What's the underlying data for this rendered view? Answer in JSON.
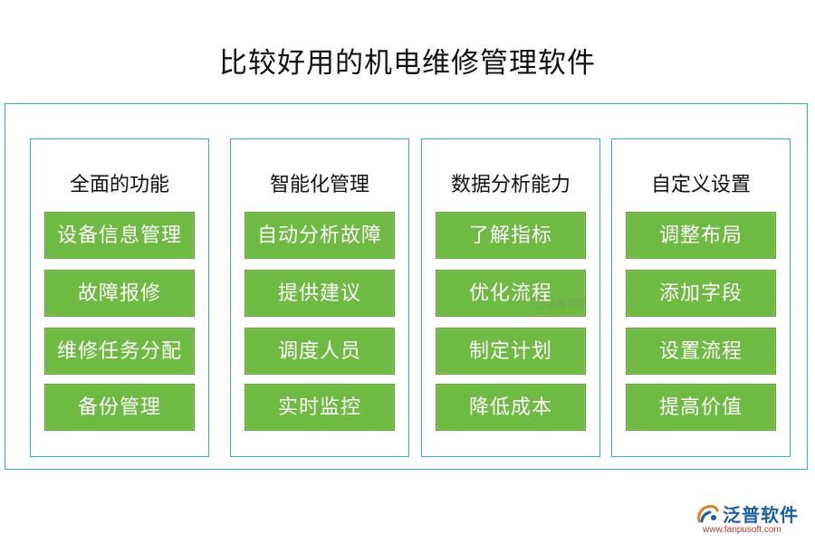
{
  "title": "比较好用的机电维修管理软件",
  "columns": [
    {
      "heading": "全面的功能",
      "items": [
        "设备信息管理",
        "故障报修",
        "维修任务分配",
        "备份管理"
      ]
    },
    {
      "heading": "智能化管理",
      "items": [
        "自动分析故障",
        "提供建议",
        "调度人员",
        "实时监控"
      ]
    },
    {
      "heading": "数据分析能力",
      "items": [
        "了解指标",
        "优化流程",
        "制定计划",
        "降低成本"
      ]
    },
    {
      "heading": "自定义设置",
      "items": [
        "调整布局",
        "添加字段",
        "设置流程",
        "提高价值"
      ]
    }
  ],
  "watermark": {
    "text": "泛普软件"
  },
  "logo": {
    "name": "泛普软件",
    "url": "www.fanpusoft.com"
  },
  "colors": {
    "border": "#29b6d0",
    "item_bg": "#6fba43",
    "item_text": "#ffffff",
    "logo": "#1a5fa8",
    "url": "#c0392b"
  }
}
